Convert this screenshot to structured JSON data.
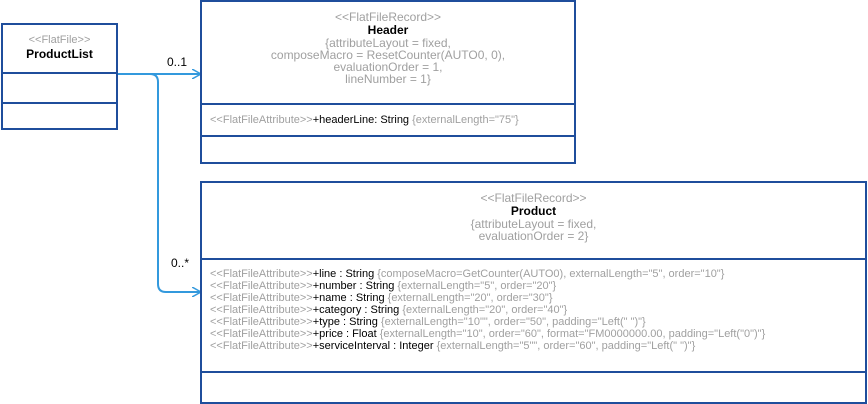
{
  "classes": {
    "product_list": {
      "stereotype": "<<FlatFile>>",
      "name": "ProductList"
    },
    "header": {
      "stereotype": "<<FlatFileRecord>>",
      "name": "Header",
      "tagged_values": [
        "{attributeLayout = fixed,",
        "composeMacro = ResetCounter(AUTO0, 0),",
        "evaluationOrder = 1,",
        "lineNumber = 1}"
      ],
      "attributes": [
        {
          "stereotype": "<<FlatFileAttribute>>",
          "signature": "+headerLine: String",
          "tags": "{externalLength=\"75\"}"
        }
      ]
    },
    "product": {
      "stereotype": "<<FlatFileRecord>>",
      "name": "Product",
      "tagged_values": [
        "{attributeLayout = fixed,",
        "evaluationOrder = 2}"
      ],
      "attributes": [
        {
          "stereotype": "<<FlatFileAttribute>>",
          "signature": "+line : String",
          "tags": "{composeMacro=GetCounter(AUTO0), externalLength=\"5\", order=\"10\"}"
        },
        {
          "stereotype": "<<FlatFileAttribute>>",
          "signature": "+number : String",
          "tags": "{externalLength=\"5\", order=\"20\"}"
        },
        {
          "stereotype": "<<FlatFileAttribute>>",
          "signature": "+name : String",
          "tags": "{externalLength=\"20\", order=\"30\"}"
        },
        {
          "stereotype": "<<FlatFileAttribute>>",
          "signature": "+category : String",
          "tags": "{externalLength=\"20\", order=\"40\"}"
        },
        {
          "stereotype": "<<FlatFileAttribute>>",
          "signature": "+type : String",
          "tags": "{externalLength=\"10\"\", order=\"50\", padding=\"Left(\" \")\"}"
        },
        {
          "stereotype": "<<FlatFileAttribute>>",
          "signature": "+price : Float",
          "tags": "{externalLength=\"10\", order=\"60\", format=\"FM0000000.00, padding=\"Left(\"0\")\"}"
        },
        {
          "stereotype": "<<FlatFileAttribute>>",
          "signature": "+serviceInterval : Integer",
          "tags": "{externalLength=\"5\"\", order=\"60\", padding=\"Left(\" \")\"}"
        }
      ]
    }
  },
  "associations": [
    {
      "from": "ProductList",
      "to": "Header",
      "multiplicity": "0..1"
    },
    {
      "from": "ProductList",
      "to": "Product",
      "multiplicity": "0..*"
    }
  ],
  "colors": {
    "border": "#1f4e9c",
    "connector": "#3399dd",
    "stereotype_text": "#a0a0a0"
  }
}
